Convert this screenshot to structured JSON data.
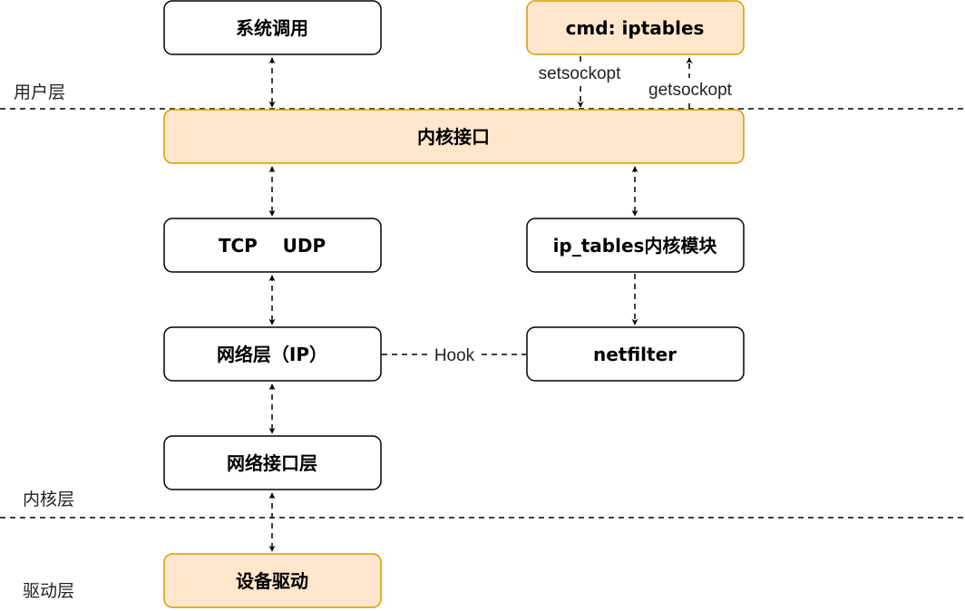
{
  "colors": {
    "plain_fill": "#ffffff",
    "plain_stroke": "#000000",
    "highlight_fill": "#ffe6cc",
    "highlight_stroke": "#d79b00",
    "line": "#000000"
  },
  "layers": {
    "user": "用户层",
    "kernel": "内核层",
    "driver": "驱动层"
  },
  "nodes": {
    "syscall": "系统调用",
    "cmd_iptables": "cmd: iptables",
    "kernel_interface": "内核接口",
    "tcp_udp": "TCP    UDP",
    "ip_tables_module": "ip_tables内核模块",
    "network_layer": "网络层（IP）",
    "netfilter": "netfilter",
    "network_interface_layer": "网络接口层",
    "device_driver": "设备驱动"
  },
  "edges": {
    "setsockopt": "setsockopt",
    "getsockopt": "getsockopt",
    "hook": "Hook"
  }
}
